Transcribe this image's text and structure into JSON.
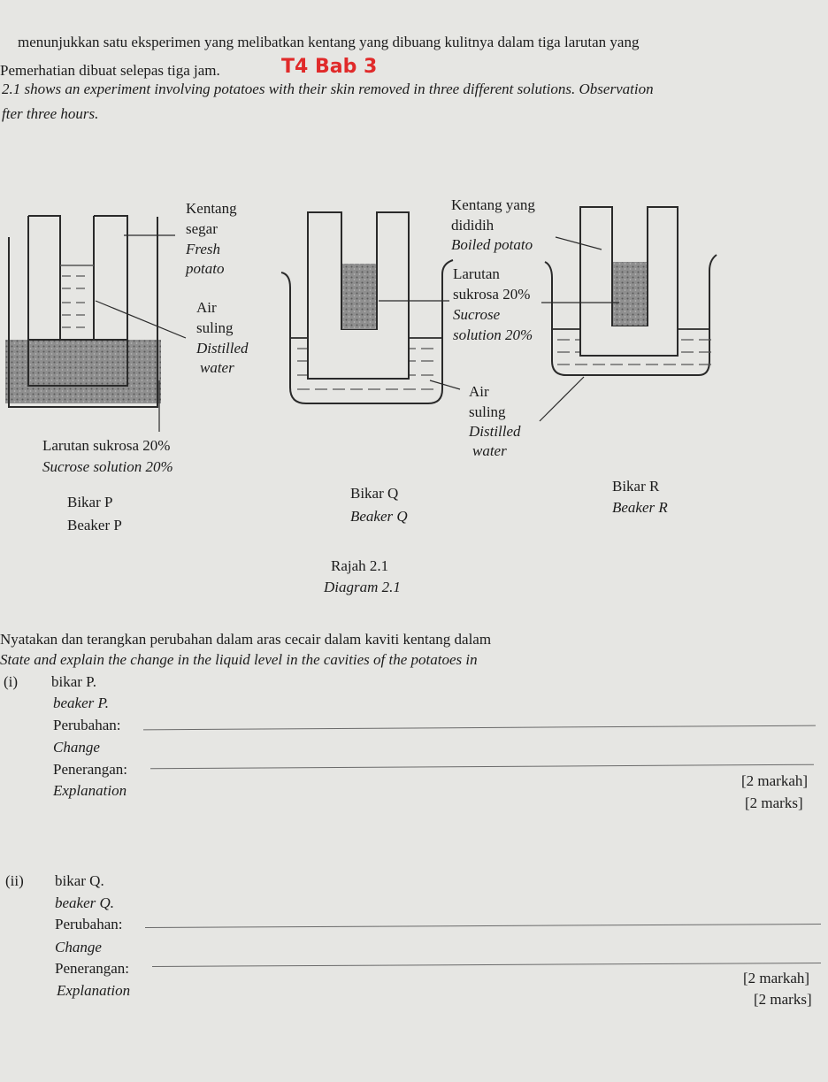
{
  "intro": {
    "line1": "menunjukkan satu eksperimen yang melibatkan kentang yang dibuang kulitnya dalam tiga larutan yang",
    "line2": "Pemerhatian dibuat selepas tiga jam.",
    "handwritten_note": "T4 Bab 3",
    "line3": "2.1 shows an experiment involving potatoes with their skin removed in three different solutions. Observation",
    "line4": "fter three hours."
  },
  "diagram": {
    "beaker_p": {
      "potato_label": [
        "Kentang",
        "segar",
        "Fresh",
        "potato"
      ],
      "water_label": [
        "Air",
        "suling",
        "Distilled",
        "water"
      ],
      "solution_label": [
        "Larutan sukrosa 20%",
        "Sucrose solution 20%"
      ],
      "name_ms": "Bikar P",
      "name_en": "Beaker P"
    },
    "beaker_q": {
      "potato_label": [
        "Kentang yang",
        "dididih",
        "Boiled potato"
      ],
      "solution_label": [
        "Larutan",
        "sukrosa 20%",
        "Sucrose",
        "solution 20%"
      ],
      "water_label": [
        "Air",
        "suling",
        "Distilled",
        "water"
      ],
      "name_ms": "Bikar Q",
      "name_en": "Beaker Q"
    },
    "beaker_r": {
      "name_ms": "Bikar R",
      "name_en": "Beaker R"
    },
    "caption_ms": "Rajah 2.1",
    "caption_en": "Diagram 2.1"
  },
  "question": {
    "instruction_ms": "Nyatakan dan terangkan perubahan dalam aras cecair dalam kaviti kentang dalam",
    "instruction_en": "State and explain the change in the liquid level in the cavities of the potatoes in",
    "parts": [
      {
        "number": "(i)",
        "subject_ms": "bikar P.",
        "subject_en": "beaker P.",
        "change_ms": "Perubahan:",
        "change_en": "Change",
        "explain_ms": "Penerangan:",
        "explain_en": "Explanation",
        "marks_ms": "[2 markah]",
        "marks_en": "[2 marks]"
      },
      {
        "number": "(ii)",
        "subject_ms": "bikar Q.",
        "subject_en": "beaker Q.",
        "change_ms": "Perubahan:",
        "change_en": "Change",
        "explain_ms": "Penerangan:",
        "explain_en": "Explanation",
        "marks_ms": "[2 markah]",
        "marks_en": "[2 marks]"
      }
    ]
  }
}
